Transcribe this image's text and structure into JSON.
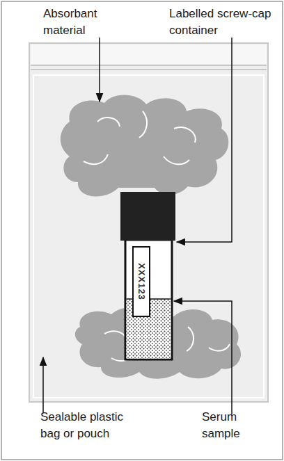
{
  "diagram": {
    "labels": [
      "Absorbant material",
      "Labelled screw-cap container",
      "XXX123",
      "Sealable plastic bag or pouch",
      "Serum sample"
    ]
  }
}
